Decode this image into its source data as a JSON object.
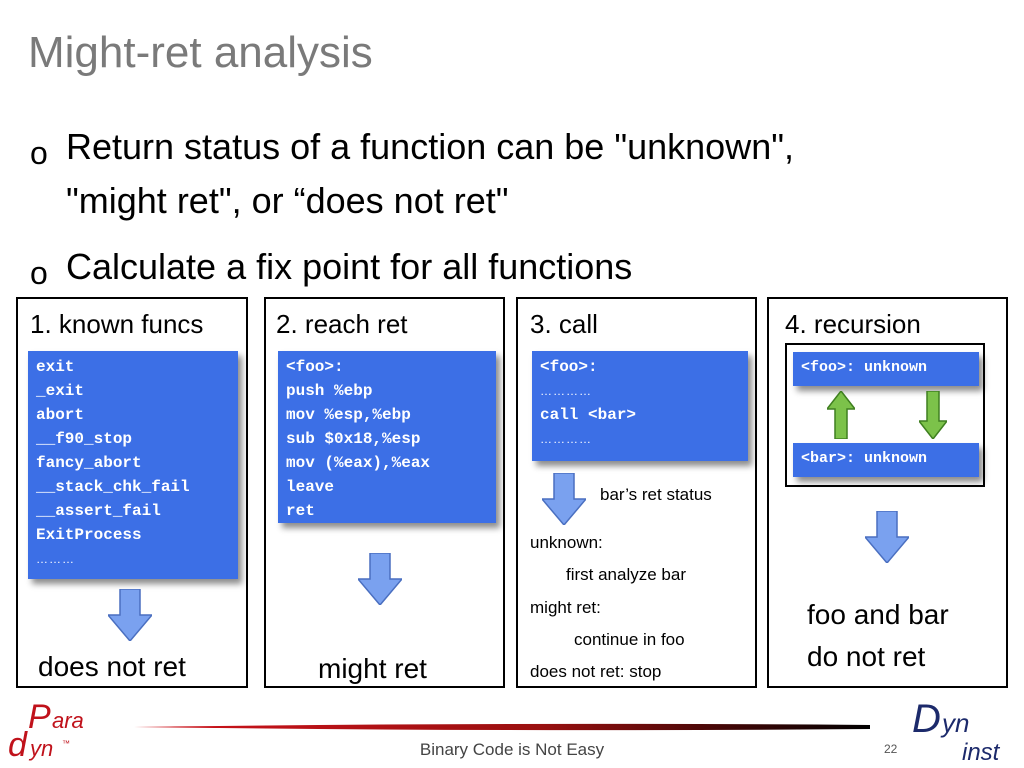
{
  "slide": {
    "title": "Might-ret analysis",
    "bullets": [
      {
        "marker": "o",
        "lines": [
          "Return status of a function can be \"unknown\",",
          "\"might ret\", or “does not ret\""
        ]
      },
      {
        "marker": "o",
        "lines": [
          "Calculate a fix point for all functions"
        ]
      }
    ]
  },
  "panels": [
    {
      "title": "1. known funcs",
      "code": [
        "exit",
        "_exit",
        "abort",
        "__f90_stop",
        "fancy_abort",
        "__stack_chk_fail",
        "__assert_fail",
        "ExitProcess",
        "………"
      ],
      "result": "does not ret"
    },
    {
      "title": "2. reach ret",
      "code": [
        "<foo>:",
        "push %ebp",
        "mov %esp,%ebp",
        "sub $0x18,%esp",
        "mov (%eax),%eax",
        "leave",
        "ret"
      ],
      "result": "might ret"
    },
    {
      "title": "3. call",
      "code": [
        "<foo>:",
        "…………",
        "call <bar>",
        "…………"
      ],
      "note": "bar’s ret status",
      "cases": [
        "unknown:",
        "first analyze bar",
        "might ret:",
        "continue in foo",
        "does not ret:   stop"
      ]
    },
    {
      "title": "4. recursion",
      "foo_box": "<foo>: unknown",
      "bar_box": "<bar>: unknown",
      "result_lines": [
        "foo and bar",
        "do not ret"
      ]
    }
  ],
  "footer": {
    "text": "Binary Code is Not Easy",
    "page": "22",
    "logo_left": "Paradyn",
    "logo_right": "Dyninst"
  },
  "colors": {
    "code_bg": "#3c6fe6",
    "arrow_blue": "#7aa1ef",
    "arrow_green": "#7cc24a",
    "logo_red": "#c0121b",
    "logo_navy": "#1c2a6b"
  }
}
